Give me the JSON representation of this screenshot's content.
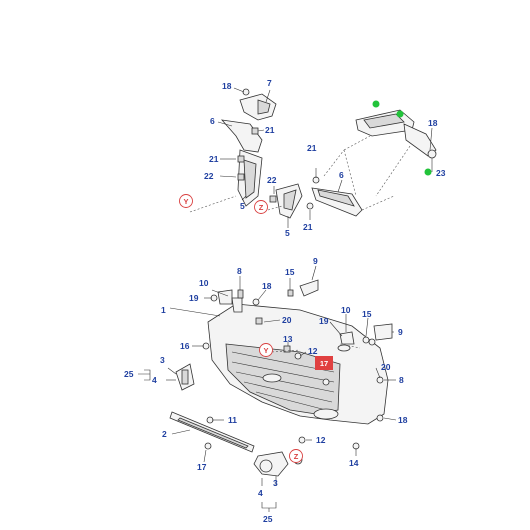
{
  "callouts": [
    {
      "id": "c18a",
      "text": "18"
    },
    {
      "id": "c7",
      "text": "7"
    },
    {
      "id": "c6a",
      "text": "6"
    },
    {
      "id": "c21a",
      "text": "21"
    },
    {
      "id": "c21b",
      "text": "21"
    },
    {
      "id": "c22a",
      "text": "22"
    },
    {
      "id": "c5a",
      "text": "5"
    },
    {
      "id": "c22b",
      "text": "22"
    },
    {
      "id": "c5b",
      "text": "5"
    },
    {
      "id": "c21c",
      "text": "21"
    },
    {
      "id": "c21d",
      "text": "21"
    },
    {
      "id": "c6b",
      "text": "6"
    },
    {
      "id": "c18b",
      "text": "18"
    },
    {
      "id": "c23",
      "text": "23"
    },
    {
      "id": "c8a",
      "text": "8"
    },
    {
      "id": "c15a",
      "text": "15"
    },
    {
      "id": "c9a",
      "text": "9"
    },
    {
      "id": "c10a",
      "text": "10"
    },
    {
      "id": "c19a",
      "text": "19"
    },
    {
      "id": "c18c",
      "text": "18"
    },
    {
      "id": "c1",
      "text": "1"
    },
    {
      "id": "c20a",
      "text": "20"
    },
    {
      "id": "c19b",
      "text": "19"
    },
    {
      "id": "c10b",
      "text": "10"
    },
    {
      "id": "c15b",
      "text": "15"
    },
    {
      "id": "c9b",
      "text": "9"
    },
    {
      "id": "c16",
      "text": "16"
    },
    {
      "id": "c13",
      "text": "13"
    },
    {
      "id": "c12a",
      "text": "12"
    },
    {
      "id": "c3a",
      "text": "3"
    },
    {
      "id": "c25a",
      "text": "25"
    },
    {
      "id": "c4a",
      "text": "4"
    },
    {
      "id": "c20b",
      "text": "20"
    },
    {
      "id": "c8b",
      "text": "8"
    },
    {
      "id": "c11",
      "text": "11"
    },
    {
      "id": "c18d",
      "text": "18"
    },
    {
      "id": "c2",
      "text": "2"
    },
    {
      "id": "c12b",
      "text": "12"
    },
    {
      "id": "c14",
      "text": "14"
    },
    {
      "id": "c17",
      "text": "17"
    },
    {
      "id": "c4b",
      "text": "4"
    },
    {
      "id": "c3b",
      "text": "3"
    },
    {
      "id": "c25b",
      "text": "25"
    }
  ],
  "view_markers": {
    "y1": "Y",
    "z1": "Z",
    "y2": "Y",
    "z2": "Z"
  },
  "highlight": {
    "label": "17",
    "color": "#e04040"
  },
  "marker_color": "#22c33a"
}
